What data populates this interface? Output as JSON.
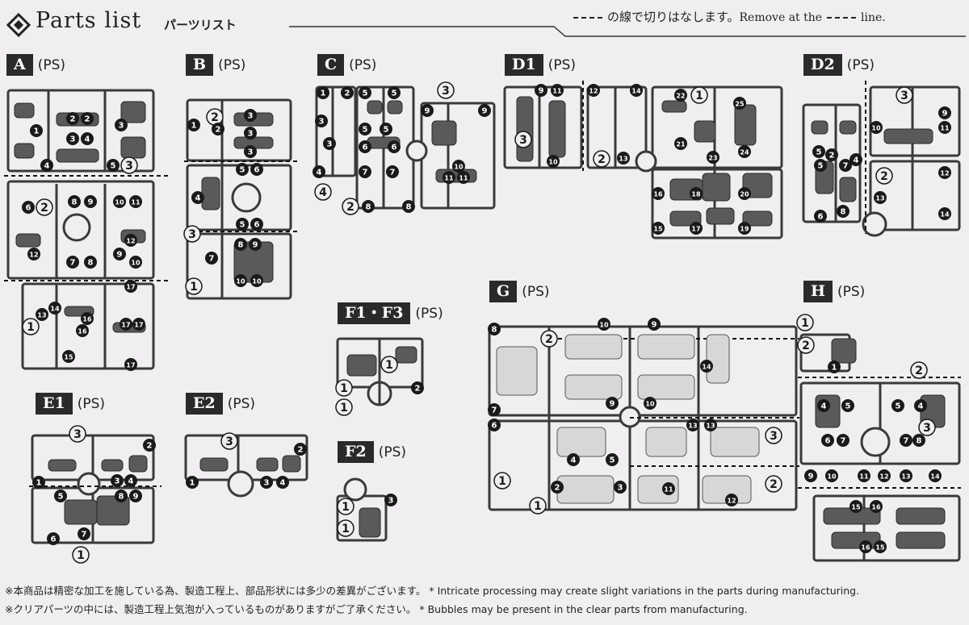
{
  "header": {
    "title": "Parts list",
    "title_jp": "パーツリスト",
    "remove_pre": "の線で切りはなします。",
    "remove_en": "Remove at the",
    "remove_post": "line."
  },
  "runners": [
    {
      "label": "A",
      "material": "(PS)"
    },
    {
      "label": "B",
      "material": "(PS)"
    },
    {
      "label": "C",
      "material": "(PS)"
    },
    {
      "label": "D1",
      "material": "(PS)"
    },
    {
      "label": "D2",
      "material": "(PS)"
    },
    {
      "label": "E1",
      "material": "(PS)"
    },
    {
      "label": "E2",
      "material": "(PS)"
    },
    {
      "label": "F1・F3",
      "material": "(PS)"
    },
    {
      "label": "F2",
      "material": "(PS)"
    },
    {
      "label": "G",
      "material": "(PS)"
    },
    {
      "label": "H",
      "material": "(PS)"
    }
  ],
  "part_numbers": {
    "A": [
      "1",
      "2",
      "2",
      "3",
      "3",
      "4",
      "4",
      "5",
      "3",
      "6",
      "2",
      "8",
      "9",
      "10",
      "11",
      "12",
      "7",
      "8",
      "9",
      "10",
      "12",
      "13",
      "14",
      "16",
      "16",
      "15",
      "17",
      "17",
      "17",
      "17",
      "1"
    ],
    "B": [
      "2",
      "1",
      "2",
      "3",
      "3",
      "3",
      "4",
      "5",
      "6",
      "5",
      "6",
      "3",
      "7",
      "8",
      "9",
      "10",
      "10",
      "1"
    ],
    "C": [
      "1",
      "2",
      "3",
      "3",
      "5",
      "5",
      "3",
      "5",
      "5",
      "6",
      "6",
      "4",
      "7",
      "7",
      "4",
      "2",
      "8",
      "8",
      "9",
      "9",
      "10",
      "11",
      "11"
    ],
    "D1": [
      "9",
      "11",
      "12",
      "14",
      "22",
      "1",
      "25",
      "3",
      "10",
      "2",
      "13",
      "21",
      "23",
      "24",
      "16",
      "18",
      "20",
      "15",
      "17",
      "19"
    ],
    "D2": [
      "3",
      "9",
      "10",
      "11",
      "5",
      "2",
      "7",
      "4",
      "5",
      "6",
      "8",
      "2",
      "12",
      "13",
      "14"
    ],
    "E1": [
      "3",
      "1",
      "2",
      "3",
      "4",
      "5",
      "8",
      "9",
      "6",
      "7",
      "1"
    ],
    "E2": [
      "3",
      "1",
      "2",
      "3",
      "4"
    ],
    "F1F3": [
      "1",
      "1",
      "2",
      "1"
    ],
    "F2": [
      "3",
      "1",
      "1"
    ],
    "G": [
      "8",
      "2",
      "10",
      "9",
      "9",
      "10",
      "14",
      "7",
      "6",
      "4",
      "5",
      "13",
      "13",
      "3",
      "1",
      "2",
      "3",
      "11",
      "12",
      "2",
      "1"
    ],
    "H": [
      "1",
      "2",
      "1",
      "2",
      "4",
      "5",
      "5",
      "4",
      "6",
      "7",
      "7",
      "8",
      "3",
      "9",
      "10",
      "11",
      "12",
      "13",
      "14",
      "15",
      "16",
      "16",
      "15"
    ]
  },
  "footnotes": {
    "line1_jp": "※本商品は精密な加工を施している為、製造工程上、部品形状には多少の差異がございます。",
    "line1_en": "* Intricate processing may create slight variations in the parts during manufacturing.",
    "line2_jp": "※クリアパーツの中には、製造工程上気泡が入っているものがありますがご了承ください。",
    "line2_en": "* Bubbles may be present in the clear parts from manufacturing."
  }
}
